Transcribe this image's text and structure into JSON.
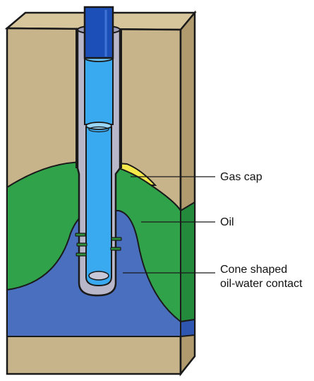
{
  "labels": {
    "gas_cap": "Gas cap",
    "oil": "Oil",
    "cone_line1": "Cone shaped",
    "cone_line2": "oil-water contact"
  },
  "colors": {
    "rock": "#c8b48a",
    "rock_side": "#b09a6e",
    "rock_top": "#d7c59c",
    "gas": "#f5e84a",
    "oil": "#2fa24a",
    "oil_side": "#23893b",
    "water": "#4a6fbf",
    "water_side": "#2f56b0",
    "pipe": "#1c50b8",
    "tube": "#3aaaf0",
    "casing": "#b7b7c9",
    "perforation": "#2e8f3a",
    "outline": "#1a1a1a"
  }
}
